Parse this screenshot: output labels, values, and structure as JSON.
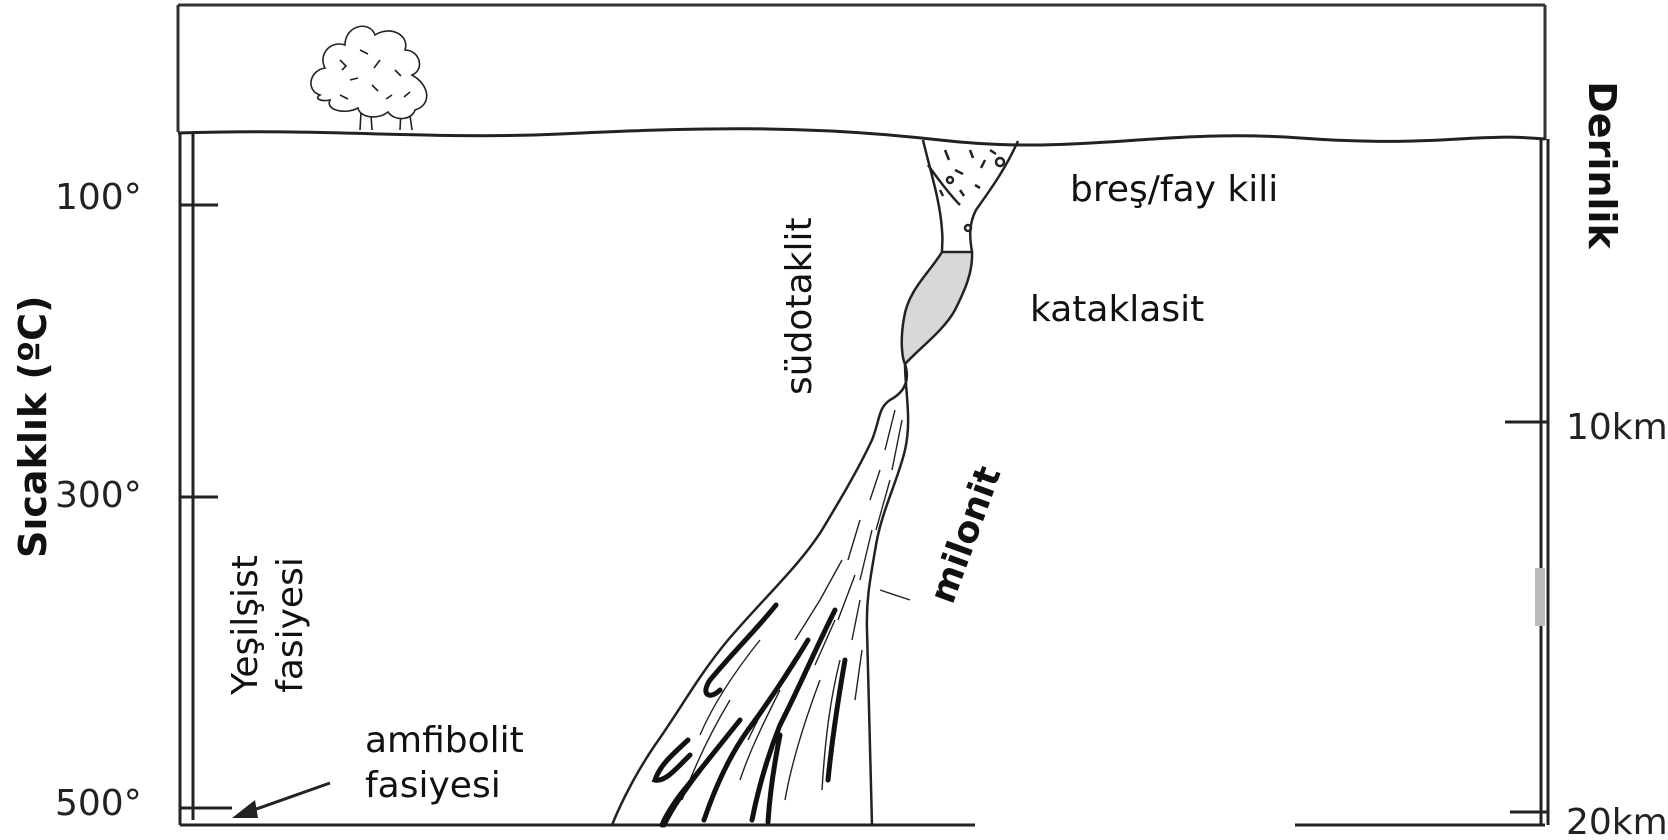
{
  "axes": {
    "left_title": "Sıcaklık (ºC)",
    "right_title": "Derinlik",
    "temperature_ticks": [
      "100°",
      "300°",
      "500°"
    ],
    "depth_ticks": [
      "10km",
      "20km"
    ]
  },
  "zones": {
    "breccia": "breş/fay kili",
    "cataclasite": "kataklasit",
    "pseudotachylite": "südotaklit",
    "mylonite": "milonit",
    "greenschist": "Yeşilşist\nfasiyesi",
    "amphibolite": "amfibolit\nfasiyesi"
  },
  "colors": {
    "line": "#222222",
    "cataclasite_fill": "#d8d8d8",
    "background": "#ffffff"
  }
}
